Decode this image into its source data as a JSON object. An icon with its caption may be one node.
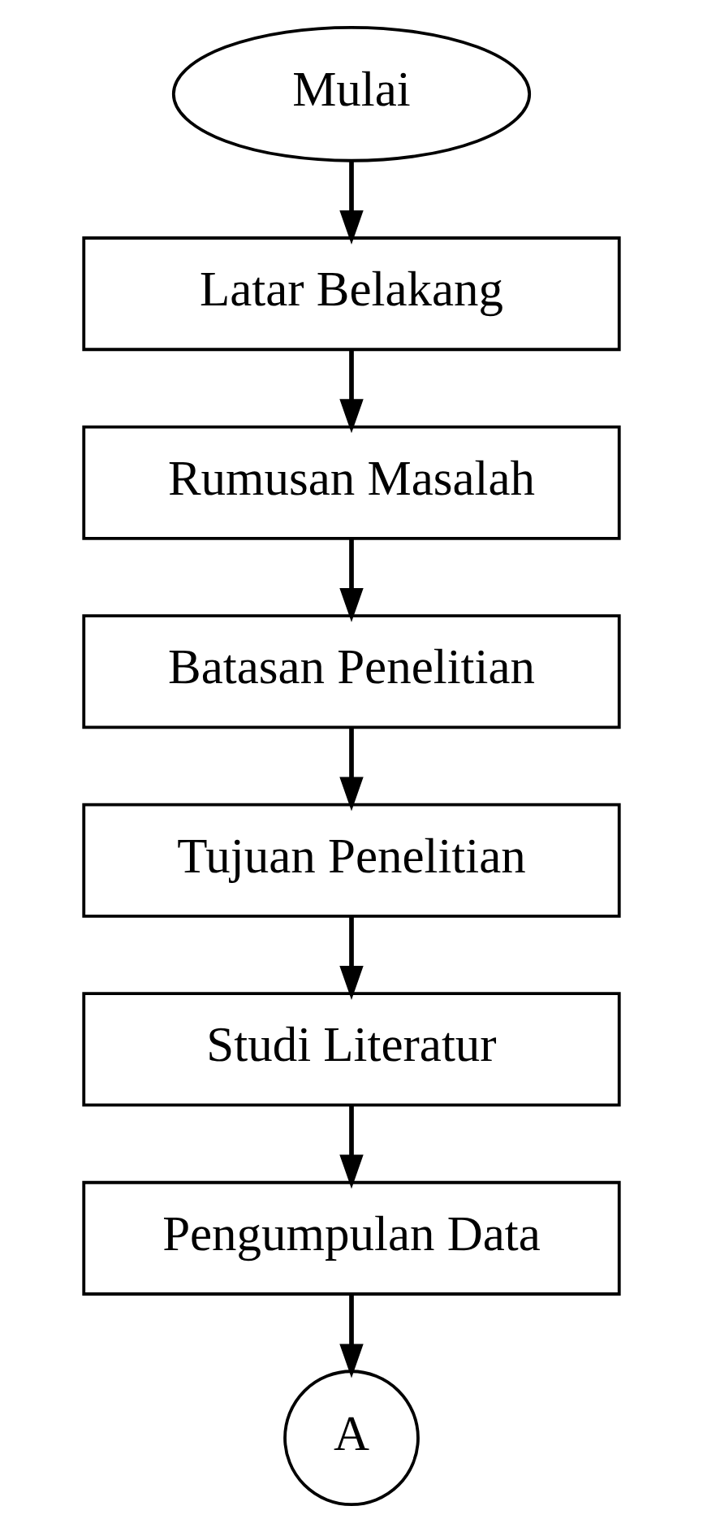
{
  "diagram": {
    "nodes": [
      {
        "text": [
          "Mulai"
        ]
      },
      {
        "text": [
          "Latar Belakang"
        ]
      },
      {
        "text": [
          "Rumusan Masalah"
        ]
      },
      {
        "text": [
          "Batasan Penelitian"
        ]
      },
      {
        "text": [
          "Tujuan Penelitian"
        ]
      },
      {
        "text": [
          "Studi Literatur"
        ]
      },
      {
        "text": [
          "Pengumpulan Data"
        ]
      },
      {
        "text": [
          "A"
        ]
      }
    ],
    "edges": [
      {
        "from": 0,
        "to": 1,
        "arrow": "to"
      },
      {
        "from": 1,
        "to": 2,
        "arrow": "to"
      },
      {
        "from": 2,
        "to": 3,
        "arrow": "to"
      },
      {
        "from": 3,
        "to": 4,
        "arrow": "to"
      },
      {
        "from": 4,
        "to": 5,
        "arrow": "to"
      },
      {
        "from": 5,
        "to": 6,
        "arrow": "to"
      },
      {
        "from": 6,
        "to": 7,
        "arrow": "to"
      }
    ]
  }
}
